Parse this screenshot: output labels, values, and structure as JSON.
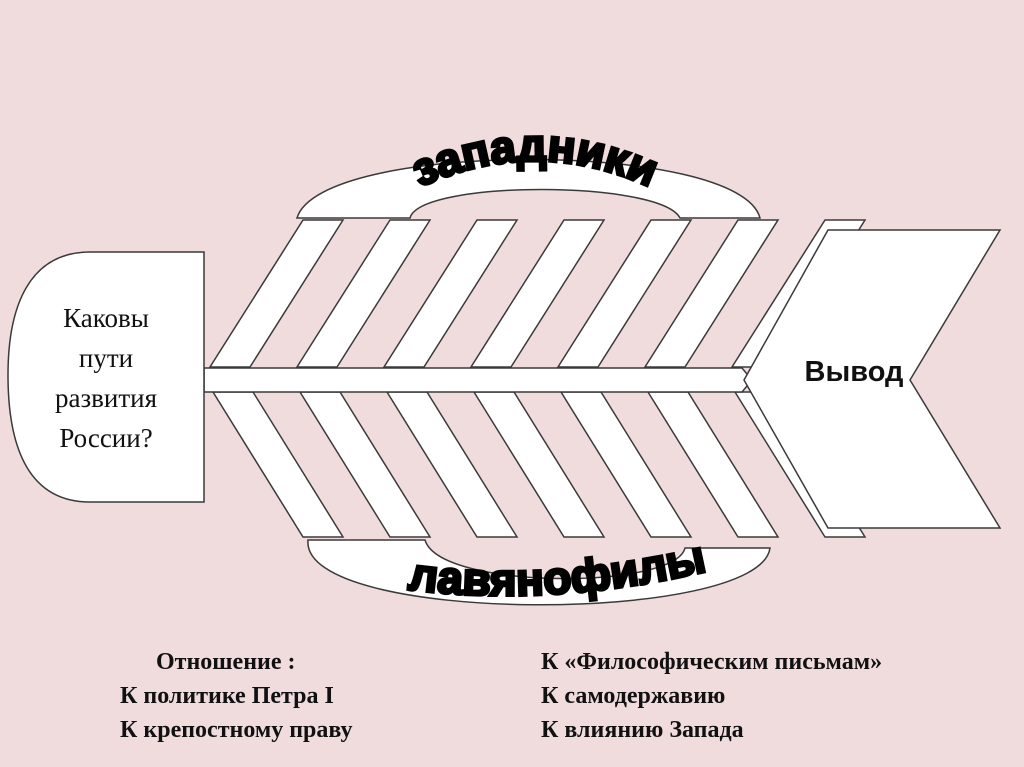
{
  "diagram": {
    "head_lines": [
      "Каковы",
      "пути",
      "развития",
      "России?"
    ],
    "conclusion": "Вывод",
    "top_arc_label": "западники",
    "bottom_arc_label": "славянофилы",
    "left_column": [
      "Отношение :",
      "К политике Петра I",
      "К крепостному праву"
    ],
    "right_column": [
      "К «Философическим письмам»",
      "К самодержавию",
      "К влиянию Запада"
    ]
  }
}
